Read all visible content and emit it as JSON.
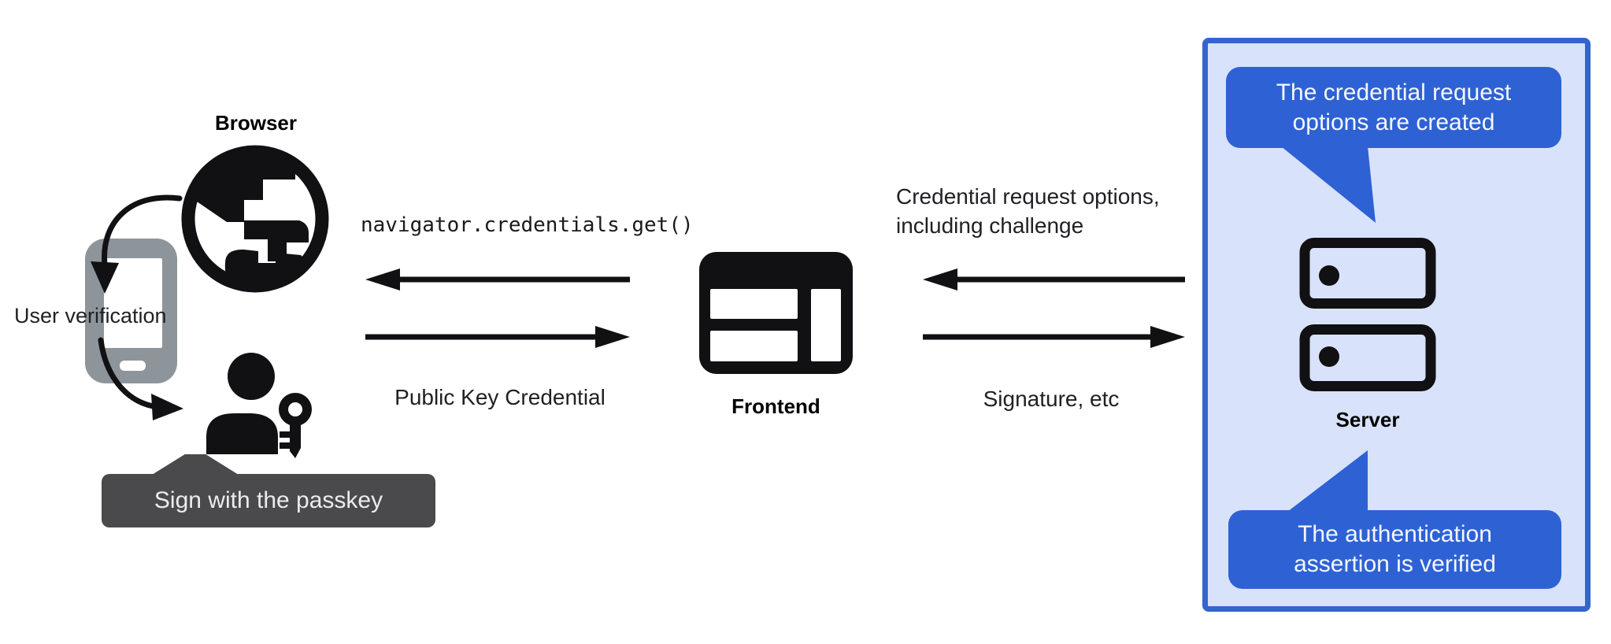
{
  "nodes": {
    "browser_label": "Browser",
    "frontend_label": "Frontend",
    "server_label": "Server"
  },
  "annotations": {
    "user_verification": "User verification",
    "sign_with_passkey": "Sign with the passkey"
  },
  "messages": {
    "navigator_call": "navigator.credentials.get()",
    "public_key_credential": "Public Key Credential",
    "credential_request_line1": "Credential request options,",
    "credential_request_line2": "including challenge",
    "signature": "Signature, etc"
  },
  "callouts": {
    "request_created_line1": "The credential request",
    "request_created_line2": "options are created",
    "assertion_verified_line1": "The authentication",
    "assertion_verified_line2": "assertion is verified"
  },
  "colors": {
    "ink": "#111113",
    "phone_gray": "#8e959a",
    "tooltip_bg": "#4a4a4c",
    "tooltip_text": "#ececec",
    "callout_blue": "#2e62d4",
    "callout_text": "#f5f7fc",
    "panel_fill": "#d8e2fa",
    "panel_border": "#3564cf",
    "canvas": "#ffffff"
  }
}
